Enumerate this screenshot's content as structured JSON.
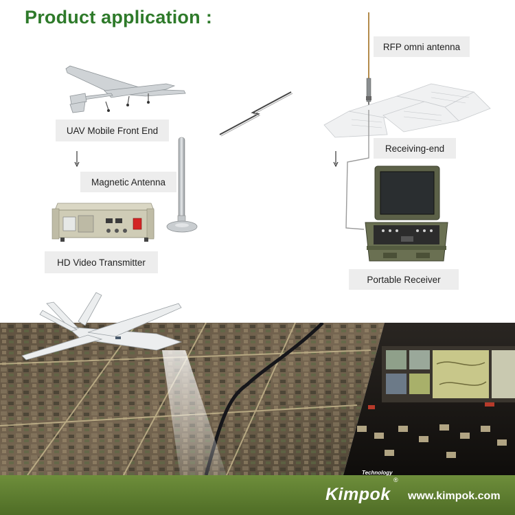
{
  "title": {
    "text": "Product application",
    "colon": ":",
    "color": "#2e7a2a"
  },
  "labels": {
    "uav_front_end": "UAV Mobile Front End",
    "magnetic_antenna": "Magnetic Antenna",
    "hd_transmitter": "HD Video Transmitter",
    "rfp_antenna": "RFP omni antenna",
    "receiving_end": "Receiving-end",
    "portable_receiver": "Portable Receiver"
  },
  "footer": {
    "brand": "Kimpok",
    "brand_sub": "Technology",
    "registered": "®",
    "website": "www.kimpok.com",
    "color": "#5a7a2e"
  },
  "icons": [
    "uav-plane-icon",
    "magnetic-antenna-icon",
    "transmitter-icon",
    "signal-zigzag-icon",
    "omni-antenna-icon",
    "building-icon",
    "portable-receiver-icon",
    "predator-drone-icon",
    "control-room-icon"
  ]
}
